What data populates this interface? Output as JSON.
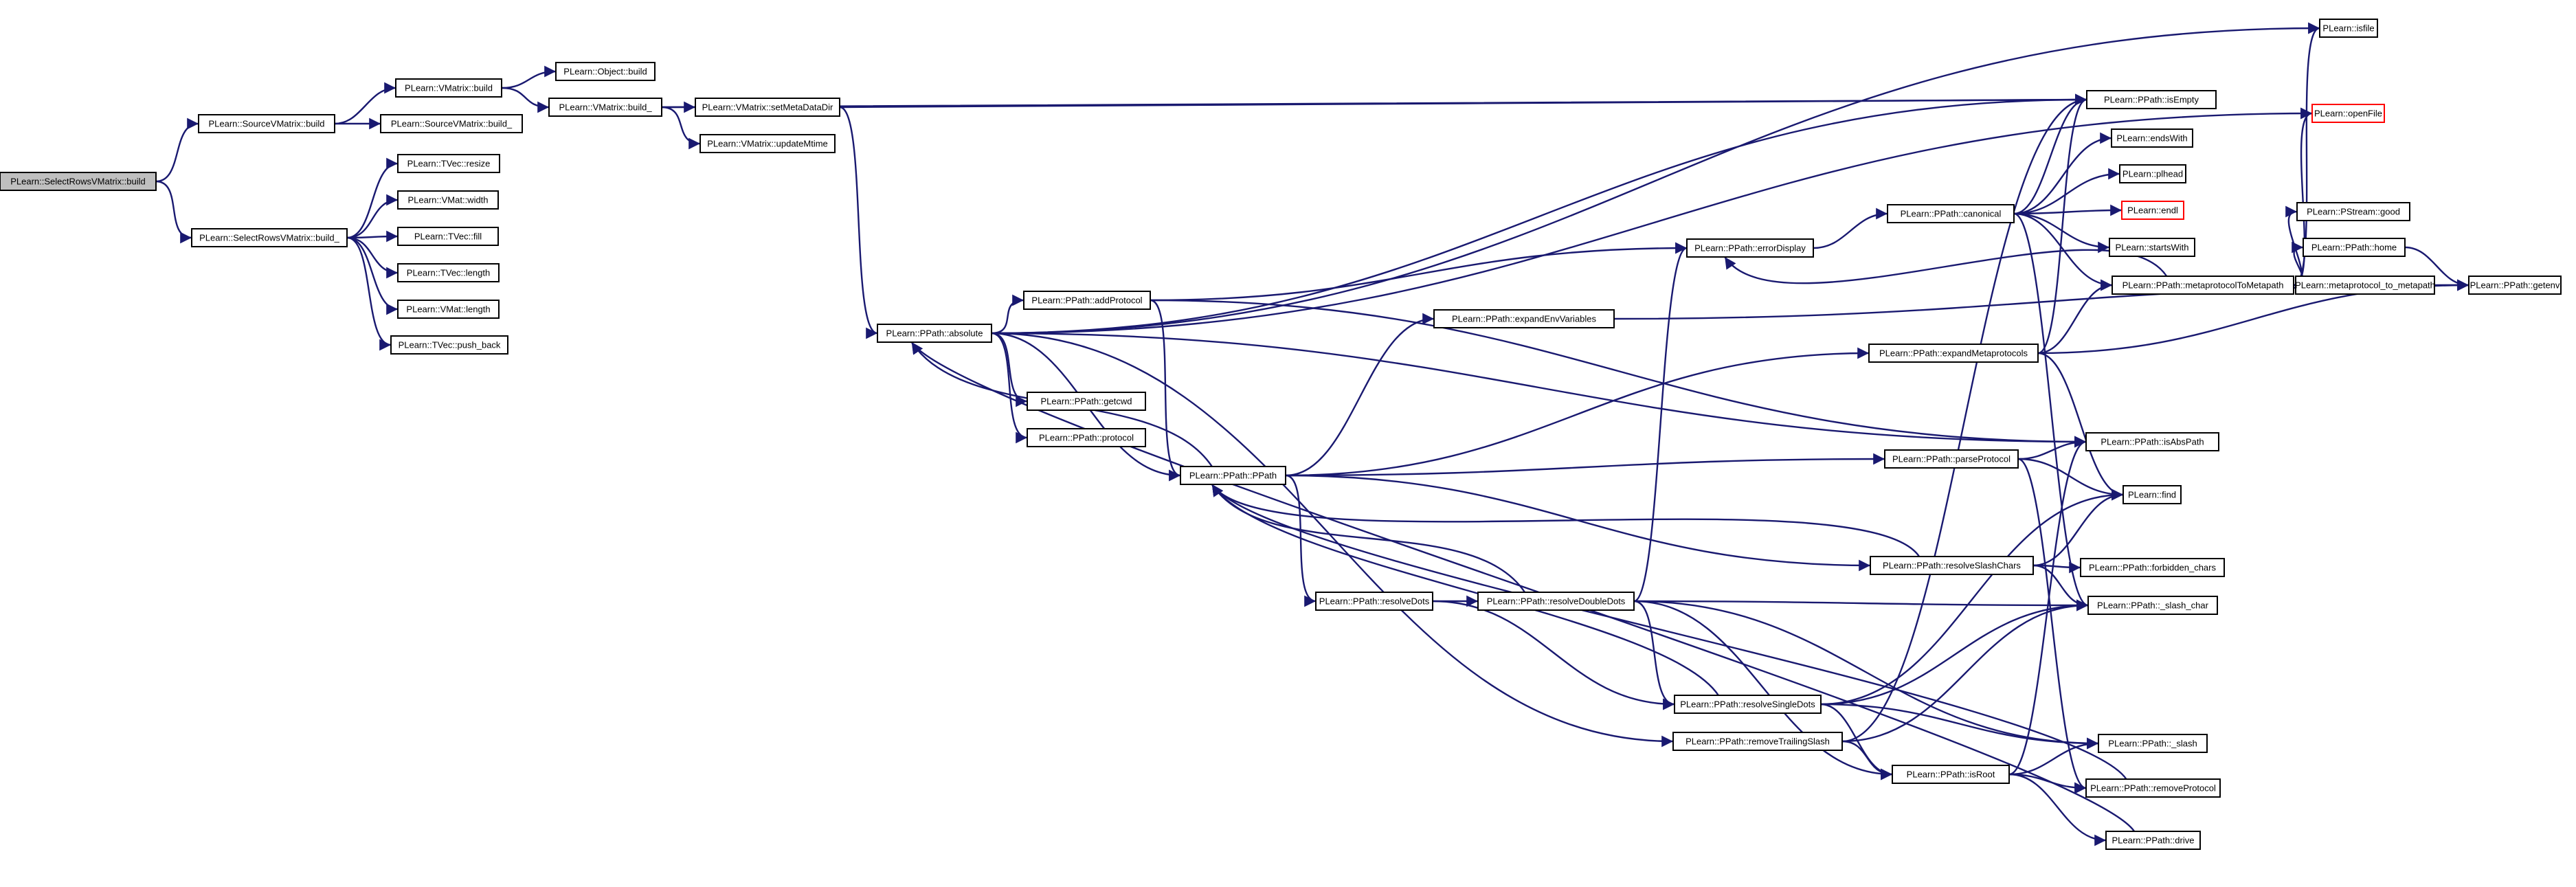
{
  "colors": {
    "edge": "#191970",
    "node_border": "#000000",
    "root_fill": "#bfbfbf",
    "truncated_border": "#ff0000"
  },
  "nodes": [
    {
      "id": "n0",
      "label": "PLearn::SelectRowsVMatrix::build",
      "style": "root"
    },
    {
      "id": "n1",
      "label": "PLearn::SourceVMatrix::build"
    },
    {
      "id": "n2",
      "label": "PLearn::SelectRowsVMatrix::build_"
    },
    {
      "id": "n3",
      "label": "PLearn::VMatrix::build"
    },
    {
      "id": "n4",
      "label": "PLearn::SourceVMatrix::build_"
    },
    {
      "id": "n5",
      "label": "PLearn::Object::build"
    },
    {
      "id": "n6",
      "label": "PLearn::VMatrix::build_"
    },
    {
      "id": "n7",
      "label": "PLearn::VMatrix::setMetaDataDir"
    },
    {
      "id": "n8",
      "label": "PLearn::VMatrix::updateMtime"
    },
    {
      "id": "n9",
      "label": "PLearn::TVec::resize"
    },
    {
      "id": "n10",
      "label": "PLearn::VMat::width"
    },
    {
      "id": "n11",
      "label": "PLearn::TVec::fill"
    },
    {
      "id": "n12",
      "label": "PLearn::TVec::length"
    },
    {
      "id": "n13",
      "label": "PLearn::VMat::length"
    },
    {
      "id": "n14",
      "label": "PLearn::TVec::push_back"
    },
    {
      "id": "n15",
      "label": "PLearn::PPath::absolute"
    },
    {
      "id": "n16",
      "label": "PLearn::PPath::addProtocol"
    },
    {
      "id": "n17",
      "label": "PLearn::PPath::getcwd"
    },
    {
      "id": "n18",
      "label": "PLearn::PPath::protocol"
    },
    {
      "id": "n19",
      "label": "PLearn::PPath::PPath"
    },
    {
      "id": "n20",
      "label": "PLearn::PPath::expandEnvVariables"
    },
    {
      "id": "n21",
      "label": "PLearn::PPath::errorDisplay"
    },
    {
      "id": "n22",
      "label": "PLearn::PPath::resolveDots"
    },
    {
      "id": "n23",
      "label": "PLearn::PPath::resolveDoubleDots"
    },
    {
      "id": "n24",
      "label": "PLearn::PPath::canonical"
    },
    {
      "id": "n25",
      "label": "PLearn::PPath::expandMetaprotocols"
    },
    {
      "id": "n26",
      "label": "PLearn::PPath::parseProtocol"
    },
    {
      "id": "n27",
      "label": "PLearn::PPath::resolveSlashChars"
    },
    {
      "id": "n28",
      "label": "PLearn::PPath::resolveSingleDots"
    },
    {
      "id": "n29",
      "label": "PLearn::PPath::removeTrailingSlash"
    },
    {
      "id": "n30",
      "label": "PLearn::PPath::isRoot"
    },
    {
      "id": "n31",
      "label": "PLearn::PPath::isEmpty"
    },
    {
      "id": "n32",
      "label": "PLearn::endsWith"
    },
    {
      "id": "n33",
      "label": "PLearn::plhead"
    },
    {
      "id": "n34",
      "label": "PLearn::endl",
      "style": "red"
    },
    {
      "id": "n35",
      "label": "PLearn::startsWith"
    },
    {
      "id": "n36",
      "label": "PLearn::PPath::metaprotocolToMetapath"
    },
    {
      "id": "n37",
      "label": "PLearn::PPath::isAbsPath"
    },
    {
      "id": "n38",
      "label": "PLearn::find"
    },
    {
      "id": "n39",
      "label": "PLearn::PPath::forbidden_chars"
    },
    {
      "id": "n40",
      "label": "PLearn::PPath::_slash_char"
    },
    {
      "id": "n41",
      "label": "PLearn::PPath::_slash"
    },
    {
      "id": "n42",
      "label": "PLearn::PPath::removeProtocol"
    },
    {
      "id": "n43",
      "label": "PLearn::PPath::drive"
    },
    {
      "id": "n44",
      "label": "PLearn::isfile"
    },
    {
      "id": "n45",
      "label": "PLearn::openFile",
      "style": "red"
    },
    {
      "id": "n46",
      "label": "PLearn::PStream::good"
    },
    {
      "id": "n47",
      "label": "PLearn::PPath::home"
    },
    {
      "id": "n48",
      "label": "PLearn::metaprotocol_to_metapath"
    },
    {
      "id": "n49",
      "label": "PLearn::PPath::getenv"
    }
  ],
  "edges": [
    [
      "n0",
      "n1"
    ],
    [
      "n0",
      "n2"
    ],
    [
      "n1",
      "n3"
    ],
    [
      "n1",
      "n4"
    ],
    [
      "n3",
      "n5"
    ],
    [
      "n3",
      "n6"
    ],
    [
      "n6",
      "n7"
    ],
    [
      "n6",
      "n8"
    ],
    [
      "n6",
      "n31"
    ],
    [
      "n2",
      "n9"
    ],
    [
      "n2",
      "n10"
    ],
    [
      "n2",
      "n11"
    ],
    [
      "n2",
      "n12"
    ],
    [
      "n2",
      "n13"
    ],
    [
      "n2",
      "n14"
    ],
    [
      "n7",
      "n15"
    ],
    [
      "n7",
      "n31"
    ],
    [
      "n15",
      "n16"
    ],
    [
      "n15",
      "n17"
    ],
    [
      "n15",
      "n18"
    ],
    [
      "n15",
      "n19"
    ],
    [
      "n15",
      "n37"
    ],
    [
      "n15",
      "n29"
    ],
    [
      "n15",
      "n44"
    ],
    [
      "n15",
      "n45"
    ],
    [
      "n15",
      "n31"
    ],
    [
      "n16",
      "n19"
    ],
    [
      "n16",
      "n21"
    ],
    [
      "n16",
      "n37"
    ],
    [
      "n19",
      "n15"
    ],
    [
      "n19",
      "n20"
    ],
    [
      "n19",
      "n25"
    ],
    [
      "n19",
      "n26"
    ],
    [
      "n19",
      "n27"
    ],
    [
      "n19",
      "n22"
    ],
    [
      "n20",
      "n49"
    ],
    [
      "n21",
      "n24"
    ],
    [
      "n24",
      "n31"
    ],
    [
      "n24",
      "n32"
    ],
    [
      "n24",
      "n33"
    ],
    [
      "n24",
      "n34"
    ],
    [
      "n24",
      "n35"
    ],
    [
      "n24",
      "n36"
    ],
    [
      "n24",
      "n40"
    ],
    [
      "n36",
      "n21"
    ],
    [
      "n36",
      "n44"
    ],
    [
      "n36",
      "n45"
    ],
    [
      "n36",
      "n46"
    ],
    [
      "n36",
      "n47"
    ],
    [
      "n36",
      "n48"
    ],
    [
      "n36",
      "n49"
    ],
    [
      "n47",
      "n49"
    ],
    [
      "n25",
      "n31"
    ],
    [
      "n25",
      "n36"
    ],
    [
      "n25",
      "n38"
    ],
    [
      "n25",
      "n49"
    ],
    [
      "n26",
      "n37"
    ],
    [
      "n26",
      "n38"
    ],
    [
      "n26",
      "n42"
    ],
    [
      "n27",
      "n38"
    ],
    [
      "n27",
      "n39"
    ],
    [
      "n27",
      "n40"
    ],
    [
      "n27",
      "n19"
    ],
    [
      "n22",
      "n23"
    ],
    [
      "n22",
      "n28"
    ],
    [
      "n23",
      "n19"
    ],
    [
      "n23",
      "n21"
    ],
    [
      "n23",
      "n28"
    ],
    [
      "n23",
      "n30"
    ],
    [
      "n23",
      "n40"
    ],
    [
      "n23",
      "n41"
    ],
    [
      "n28",
      "n38"
    ],
    [
      "n28",
      "n40"
    ],
    [
      "n28",
      "n41"
    ],
    [
      "n28",
      "n30"
    ],
    [
      "n28",
      "n19"
    ],
    [
      "n29",
      "n30"
    ],
    [
      "n29",
      "n40"
    ],
    [
      "n29",
      "n31"
    ],
    [
      "n30",
      "n37"
    ],
    [
      "n30",
      "n41"
    ],
    [
      "n30",
      "n42"
    ],
    [
      "n30",
      "n43"
    ],
    [
      "n42",
      "n19"
    ],
    [
      "n43",
      "n15"
    ]
  ]
}
